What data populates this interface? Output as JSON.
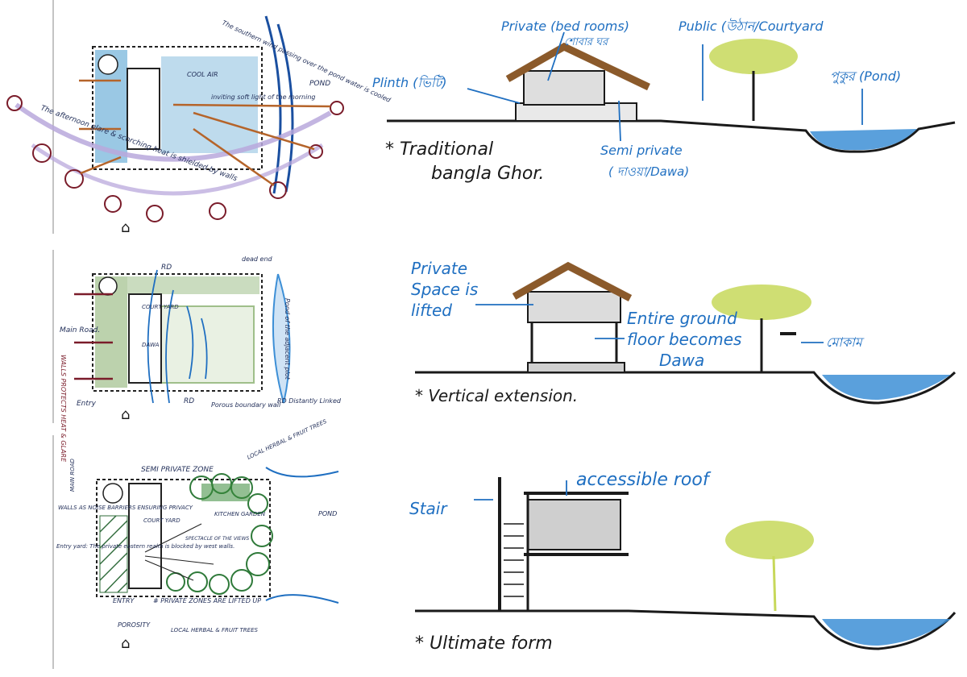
{
  "colors": {
    "ink": "#1a1a1a",
    "blue_ink": "#1f6fc1",
    "water": "#3d8fd6",
    "sun": "#7a1c2a",
    "sunpath": "#b9a8dc",
    "tree": "#c7d85a",
    "roof": "#8b5a2b",
    "plan_blue": "#6fb0d8",
    "plan_green": "#9fbf8a",
    "orange_arrow": "#b5642a"
  },
  "plan1": {
    "afternoon_note": "The afternoon glare & scorching heat is shielded by walls",
    "breeze_note": "The southern wind passing over the pond water is cooled",
    "cool_air": "COOL AIR",
    "morning_light": "inviting soft light of the morning",
    "pond": "POND"
  },
  "plan2": {
    "rd_top": "RD",
    "rd_bottom": "RD",
    "dead_end": "dead end",
    "pond_note": "Pond of the adjacent plot",
    "main_road": "Main Road.",
    "west_walls": "WALLS PROTECTS HEAT & GLARE",
    "entry": "Entry",
    "porous_boundary": "Porous boundary wall",
    "rd_distant": "RD Distantly Linked",
    "court": "COURT YARD",
    "dawa": "DAWA"
  },
  "plan3": {
    "semi_private": "SEMI PRIVATE ZONE",
    "local_trees_top": "LOCAL HERBAL & FRUIT TREES",
    "main_road": "MAIN ROAD",
    "walls_note": "WALLS AS NOISE BARRIERS ENSURING PRIVACY",
    "entry_yard": "Entry yard: The private eastern realm is blocked by west walls.",
    "court": "COURT YARD",
    "kitchen_garden": "KITCHEN GARDEN",
    "spectacle": "SPECTACLE OF THE VIEWS",
    "entry": "ENTRY",
    "private_zones": "# PRIVATE ZONES ARE LIFTED UP",
    "local_trees_bottom": "LOCAL HERBAL & FRUIT TREES",
    "porosity": "POROSITY",
    "pond": "POND"
  },
  "section1": {
    "private": "Private (bed rooms)",
    "private_bn": "শোবার ঘর",
    "public": "Public (উঠান/Courtyard",
    "plinth": "Plinth (ভিটি)",
    "pond": "পুকুর (Pond)",
    "semi_private": "Semi private",
    "semi_private_bn": "( দাওয়া/Dawa)",
    "title_1": "* Traditional",
    "title_2": "bangla Ghor."
  },
  "section2": {
    "private_lifted_1": "Private",
    "private_lifted_2": "Space is",
    "private_lifted_3": "lifted",
    "ground_1": "Entire ground",
    "ground_2": "floor becomes",
    "ground_3": "Dawa",
    "bench": "মোকাম",
    "title": "* Vertical extension."
  },
  "section3": {
    "stair": "Stair",
    "roof": "accessible roof",
    "title": "* Ultimate form"
  }
}
